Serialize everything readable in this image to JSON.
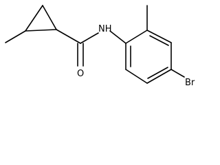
{
  "structure": {
    "atoms": {
      "nitrogen": "N",
      "hydrogen": "H",
      "oxygen": "O",
      "bromine": "Br"
    }
  }
}
